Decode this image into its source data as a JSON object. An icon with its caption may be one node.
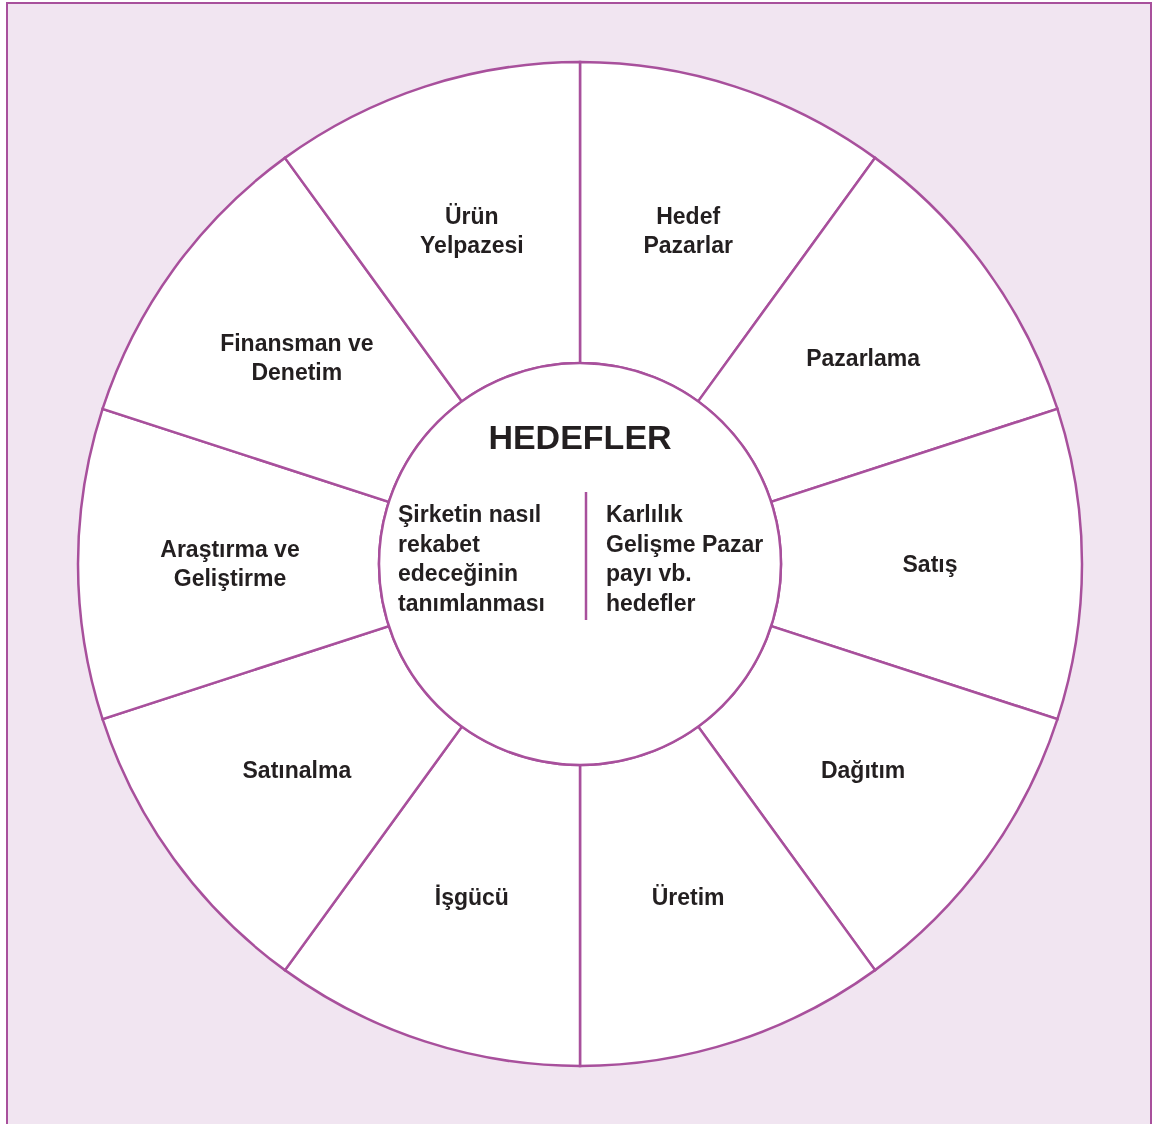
{
  "diagram": {
    "nodes": [
      {
        "text": [
          "Hedef Pazarlar"
        ]
      },
      {
        "text": [
          "Pazarlama"
        ]
      },
      {
        "text": [
          "Satış"
        ]
      },
      {
        "text": [
          "Dağıtım"
        ]
      },
      {
        "text": [
          "Üretim"
        ]
      },
      {
        "text": [
          "İşgücü"
        ]
      },
      {
        "text": [
          "Satınalma"
        ]
      },
      {
        "text": [
          "Araştırma ve Geliştirme"
        ]
      },
      {
        "text": [
          "Finansman ve Denetim"
        ]
      },
      {
        "text": [
          "Ürün Yelpazesi"
        ]
      },
      {
        "text": [
          "HEDEFLER",
          "Şirketin nasıl rekabet edeceğinin tanımlanması",
          "Karlılık Gelişme Pazar payı vb. hedefler"
        ]
      }
    ]
  }
}
